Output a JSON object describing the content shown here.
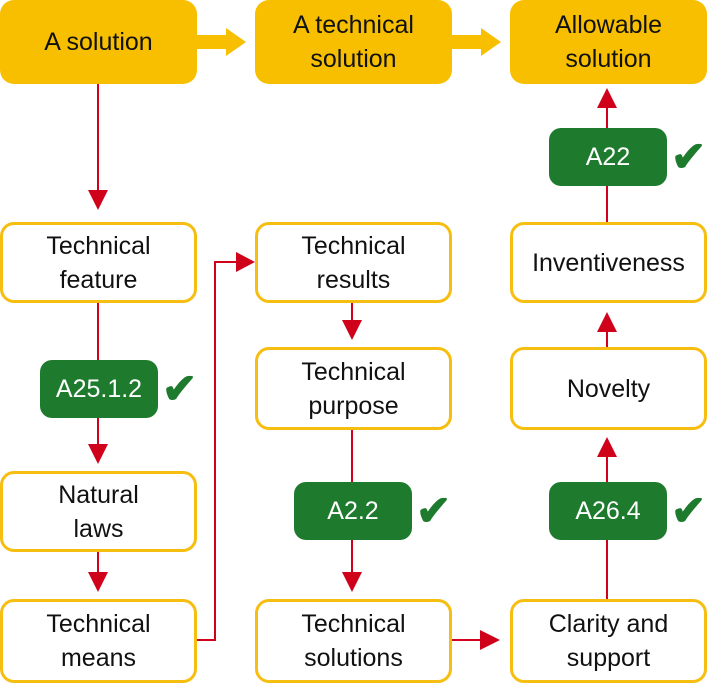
{
  "top_row": [
    {
      "label": "A solution"
    },
    {
      "label": "A technical\nsolution"
    },
    {
      "label": "Allowable\nsolution"
    }
  ],
  "column1": {
    "nodes": [
      {
        "label": "Technical\nfeature"
      },
      {
        "label": "Natural\nlaws"
      },
      {
        "label": "Technical\nmeans"
      }
    ],
    "badge": {
      "label": "A25.1.2",
      "status": "passed"
    }
  },
  "column2": {
    "nodes": [
      {
        "label": "Technical\nresults"
      },
      {
        "label": "Technical\npurpose"
      },
      {
        "label": "Technical\nsolutions"
      }
    ],
    "badge": {
      "label": "A2.2",
      "status": "passed"
    }
  },
  "column3": {
    "nodes": [
      {
        "label": "Inventiveness"
      },
      {
        "label": "Novelty"
      },
      {
        "label": "Clarity and\nsupport"
      }
    ],
    "badges": [
      {
        "label": "A22",
        "status": "passed"
      },
      {
        "label": "A26.4",
        "status": "passed"
      }
    ]
  },
  "check_glyph": "✔",
  "colors": {
    "top": "#F8BF00",
    "node_border": "#F6BE10",
    "badge": "#1E7B2E",
    "arrow": "#D0021B",
    "top_arrow": "#F8BF00"
  }
}
